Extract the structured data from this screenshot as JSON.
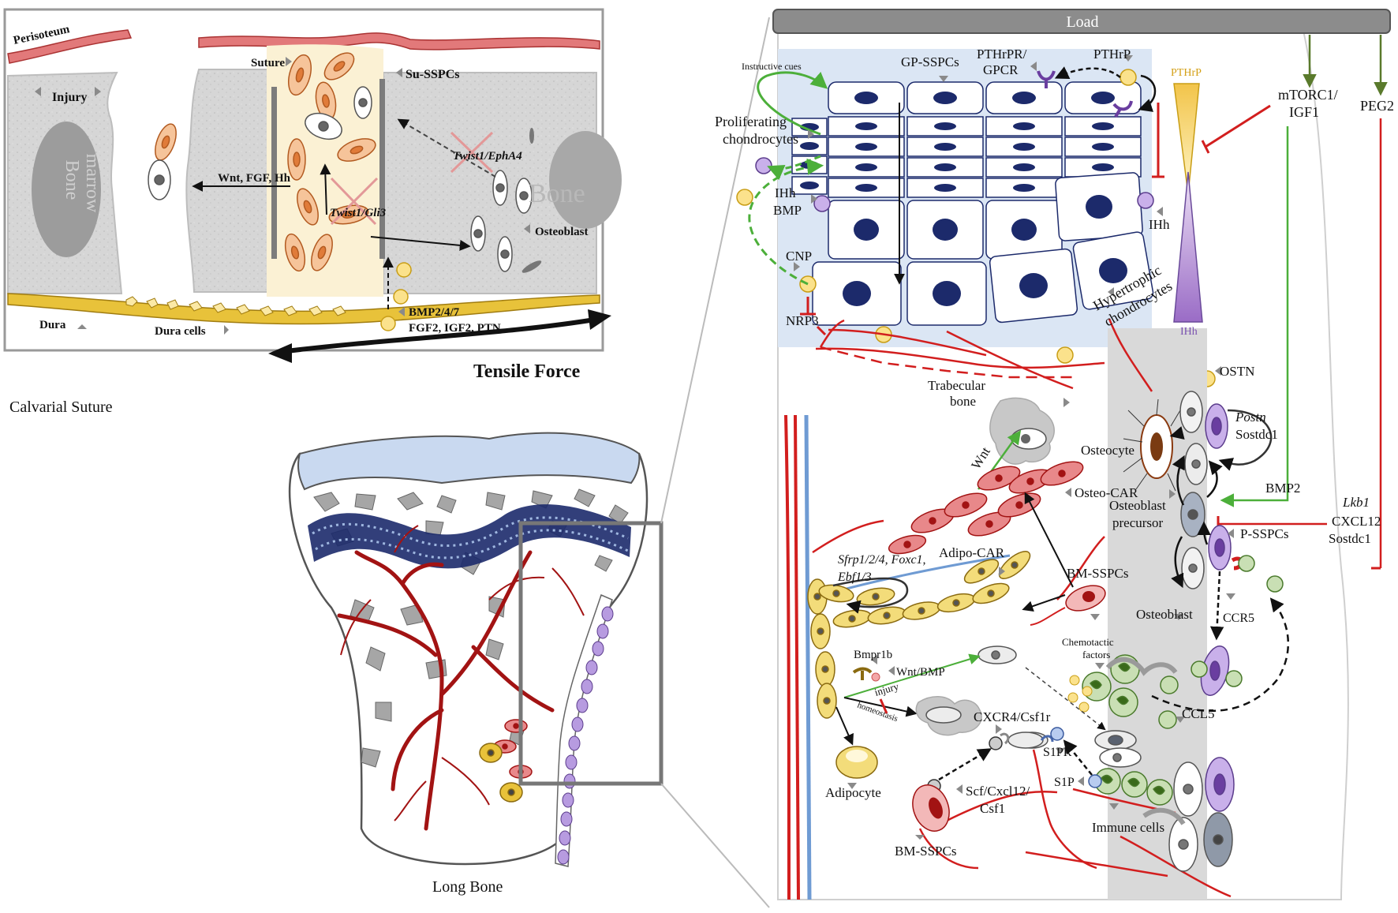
{
  "calvaria": {
    "caption": "Calvarial Suture",
    "periosteum": "Perisoteum",
    "injury": "Injury",
    "suture": "Suture",
    "su_sspcs": "Su-SSPCs",
    "bone_marrow_1": "Bone",
    "bone_marrow_2": "marrow",
    "bone": "Bone",
    "signals_left": "Wnt, FGF, Hh",
    "twist_gli": "Twist1/Gli3",
    "twist_eph": "Twist1/EphA4",
    "osteoblast": "Osteoblast",
    "bmp_line1": "BMP2/4/7",
    "bmp_line2": "FGF2, IGF2, PTN",
    "dura": "Dura",
    "dura_cells": "Dura cells",
    "tensile": "Tensile Force"
  },
  "longbone": {
    "caption": "Long Bone"
  },
  "growth": {
    "load": "Load",
    "instructive": "Instructive cues",
    "gp_sspcs": "GP-SSPCs",
    "pthrpr_1": "PTHrPR/",
    "pthrpr_2": "GPCR",
    "pthrp": "PTHrP",
    "pthrp_gradient": "PTHrP",
    "ihh_gradient": "IHh",
    "prolif_1": "Proliferating",
    "prolif_2": "chondrocytes",
    "ihh_bmp_1": "IHh",
    "ihh_bmp_2": "BMP",
    "ihh_right": "IHh",
    "cnp": "CNP",
    "nrp3": "NRP3",
    "hyper_1": "Hypertrophic",
    "hyper_2": "chondrocytes",
    "mtorc_1": "mTORC1/",
    "mtorc_2": "IGF1",
    "peg2": "PEG2"
  },
  "marrow": {
    "ostn": "OSTN",
    "trab_1": "Trabecular",
    "trab_2": "bone",
    "wnt": "Wnt",
    "osteocyte": "Osteocyte",
    "postn": "Postn",
    "sostdc1": "Sostdc1",
    "osteo_car": "Osteo-CAR",
    "ob_precursor_1": "Osteoblast",
    "ob_precursor_2": "precursor",
    "bmp2": "BMP2",
    "lkb1": "Lkb1",
    "cxcl12": "CXCL12",
    "sostdc1_right": "Sostdc1",
    "sfrp_1": "Sfrp1/2/4, Foxc1,",
    "sfrp_2": "Ebf1/3",
    "adipo_car": "Adipo-CAR",
    "bm_sspcs": "BM-SSPCs",
    "p_sspcs": "P-SSPCs",
    "osteoblast": "Osteoblast",
    "ccr5": "CCR5",
    "bmpr1b": "Bmpr1b",
    "wnt_bmp": "Wnt/BMP",
    "chemo_1": "Chemotactic",
    "chemo_2": "factors",
    "injury": "injury",
    "homeostasis": "homeostasis",
    "ccl5": "CCL5",
    "cxcr4": "CXCR4/Csf1r",
    "s1pr": "S1PR",
    "s1p": "S1P",
    "adipocyte": "Adipocyte",
    "scf_1": "Scf/Cxcl12/",
    "scf_2": "Csf1",
    "immune": "Immune cells",
    "bm_sspcs_bottom": "BM-SSPCs"
  },
  "colors": {
    "periosteum": "#e2797a",
    "dura": "#e8c23a",
    "cartilage": "#dbe6f4",
    "chondrocyte_nucleus": "#1c2a6b",
    "vessel_red": "#d21e1e",
    "vessel_blue": "#6f9bd3",
    "sspc_purple": "#9a6cc6",
    "green_arrow": "#4caf3a",
    "osteoprogenitor_orange": "#e07b39",
    "adipo_yellow": "#f3dc7a"
  }
}
